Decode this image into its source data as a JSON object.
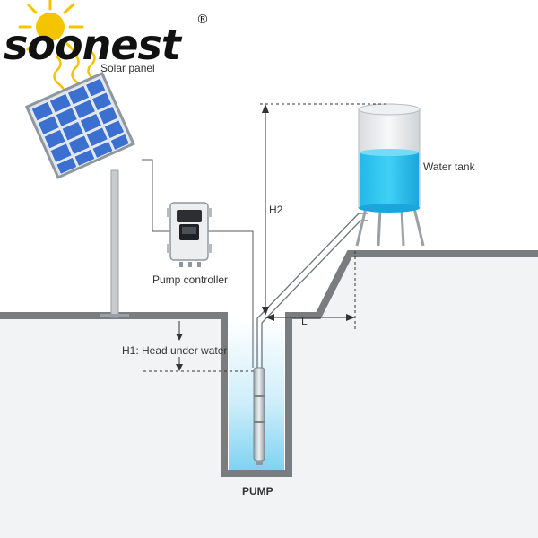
{
  "brand": {
    "name": "soonest",
    "registered_mark": "®"
  },
  "labels": {
    "solar_panel": "Solar panel",
    "pump_controller": "Pump controller",
    "water_tank": "Water tank",
    "h2": "H2",
    "h1": "H1: Head under water",
    "l": "L",
    "pump": "PUMP"
  },
  "colors": {
    "ground_fill": "#f1f3f5",
    "ground_line": "#7a7d80",
    "water": "#29c3ef",
    "sun": "#f5c400",
    "panel_cell": "#3b6fd0",
    "dimension_line": "#333333"
  }
}
